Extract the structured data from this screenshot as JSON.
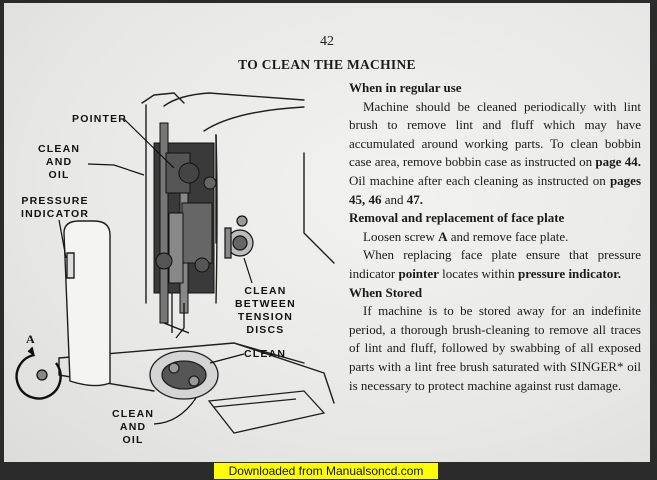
{
  "page": {
    "number": "42",
    "title": "TO CLEAN THE MACHINE"
  },
  "illustration": {
    "labels": {
      "pointer": "POINTER",
      "clean_and_oil_upper": [
        "CLEAN",
        "AND",
        "OIL"
      ],
      "pressure_indicator": [
        "PRESSURE",
        "INDICATOR"
      ],
      "clean_between_tension_discs": [
        "CLEAN",
        "BETWEEN",
        "TENSION",
        "DISCS"
      ],
      "clean_lower": "CLEAN",
      "clean_and_oil_lower": [
        "CLEAN",
        "AND",
        "OIL"
      ],
      "arrow_a": "A"
    }
  },
  "sections": [
    {
      "heading": "When in regular use",
      "paragraphs": [
        [
          {
            "t": "Machine should be cleaned periodically with lint brush to remove lint and fluff which may have accumulated around working parts. To clean bobbin case area, remove bobbin case as instructed on ",
            "b": false
          },
          {
            "t": "page 44.",
            "b": true
          },
          {
            "t": " Oil machine after each cleaning as instructed on ",
            "b": false
          },
          {
            "t": "pages 45, 46",
            "b": true
          },
          {
            "t": " and ",
            "b": false
          },
          {
            "t": "47.",
            "b": true
          }
        ]
      ]
    },
    {
      "heading": "Removal and replacement of face plate",
      "paragraphs": [
        [
          {
            "t": "Loosen screw ",
            "b": false
          },
          {
            "t": "A",
            "b": true
          },
          {
            "t": " and remove face plate.",
            "b": false
          }
        ],
        [
          {
            "t": "When replacing face plate ensure that pressure indicator ",
            "b": false
          },
          {
            "t": "pointer",
            "b": true
          },
          {
            "t": " locates within ",
            "b": false
          },
          {
            "t": "pressure indicator.",
            "b": true
          }
        ]
      ]
    },
    {
      "heading": "When Stored",
      "paragraphs": [
        [
          {
            "t": "If machine is to be stored away for an indefinite period, a thorough brush-cleaning to remove all traces of lint and fluff, followed by swabbing of all exposed parts with a lint free brush saturated with SINGER* oil is necessary to protect machine against rust damage.",
            "b": false
          }
        ]
      ]
    }
  ],
  "footer": {
    "text": "Downloaded from Manualsoncd.com",
    "highlight_color": "#ffff00"
  }
}
